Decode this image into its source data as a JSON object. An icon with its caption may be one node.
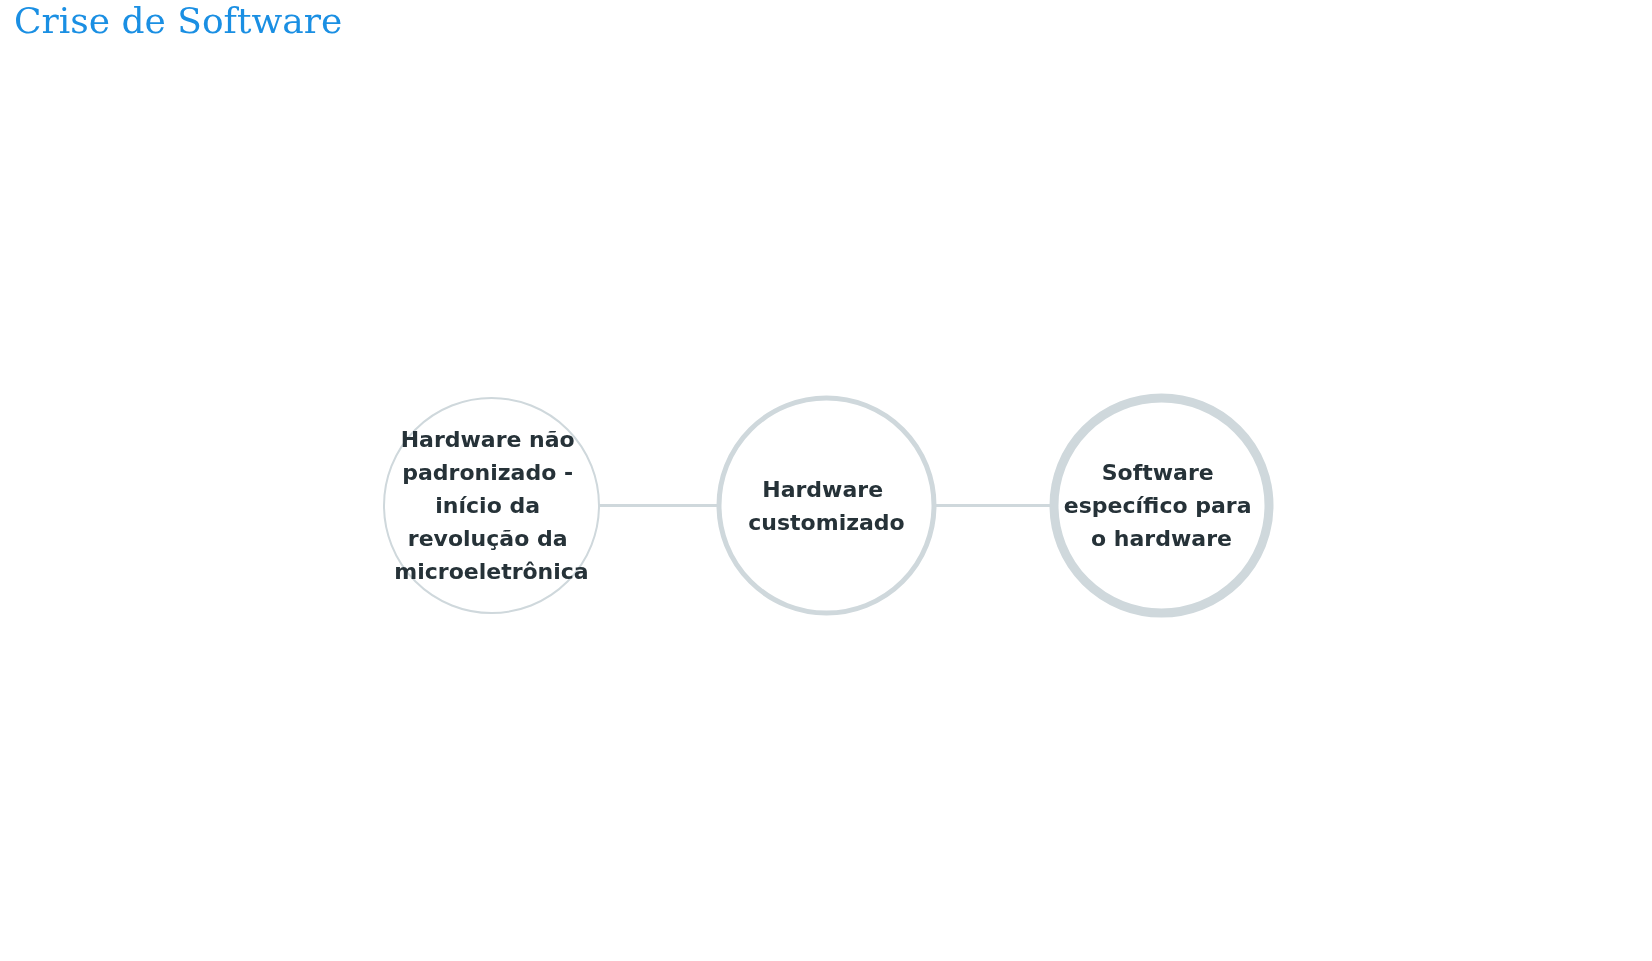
{
  "diagram": {
    "title": "Crise de Software",
    "nodes": [
      {
        "text": [
          "Hardware não padronizado - início da revolução da microeletrônica"
        ]
      },
      {
        "text": [
          "Hardware customizado"
        ]
      },
      {
        "text": [
          "Software específico para o hardware"
        ]
      }
    ],
    "edges": [
      {
        "from": 0,
        "to": 1,
        "arrow": "none"
      },
      {
        "from": 1,
        "to": 2,
        "arrow": "none"
      }
    ]
  }
}
